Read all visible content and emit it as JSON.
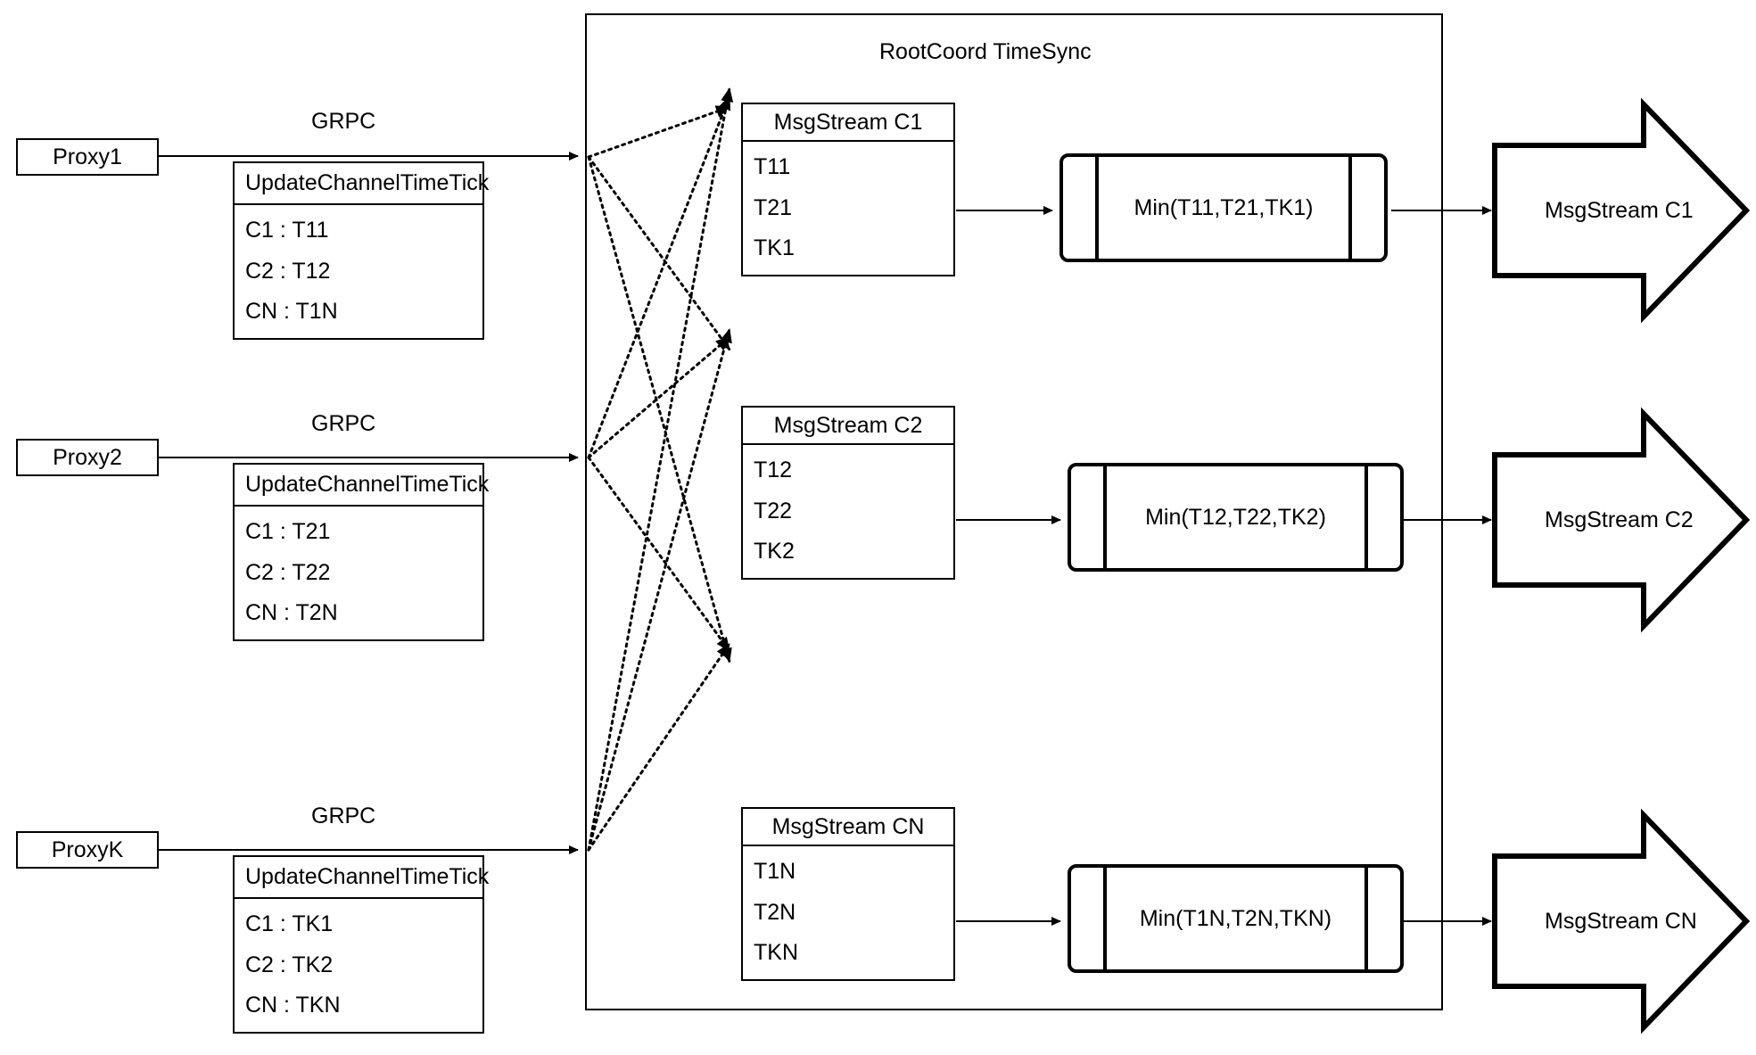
{
  "diagram": {
    "title": "RootCoord TimeSync",
    "container_label": "RootCoord TimeSync",
    "colors": {
      "stroke": "#000000",
      "background": "#ffffff",
      "dotted_edge": "#000000"
    }
  },
  "proxies": [
    {
      "name": "Proxy1",
      "link_label": "GRPC",
      "request": {
        "title": "UpdateChannelTimeTick",
        "rows": [
          "C1 :  T11",
          "C2 :  T12",
          "CN : T1N"
        ]
      }
    },
    {
      "name": "Proxy2",
      "link_label": "GRPC",
      "request": {
        "title": "UpdateChannelTimeTick",
        "rows": [
          "C1 :  T21",
          "C2 :  T22",
          "CN : T2N"
        ]
      }
    },
    {
      "name": "ProxyK",
      "link_label": "GRPC",
      "request": {
        "title": "UpdateChannelTimeTick",
        "rows": [
          "C1 :  TK1",
          "C2 :  TK2",
          "CN : TKN"
        ]
      }
    }
  ],
  "channels": [
    {
      "msgstream": {
        "title": "MsgStream C1",
        "rows": [
          "T11",
          "T21",
          "TK1"
        ]
      },
      "min": {
        "label": "Min(T11,T21,TK1)"
      },
      "output": {
        "label": "MsgStream C1"
      }
    },
    {
      "msgstream": {
        "title": "MsgStream C2",
        "rows": [
          "T12",
          "T22",
          "TK2"
        ]
      },
      "min": {
        "label": "Min(T12,T22,TK2)"
      },
      "output": {
        "label": "MsgStream C2"
      }
    },
    {
      "msgstream": {
        "title": "MsgStream CN",
        "rows": [
          "T1N",
          "T2N",
          "TKN"
        ]
      },
      "min": {
        "label": "Min(T1N,T2N,TKN)"
      },
      "output": {
        "label": "MsgStream CN"
      }
    }
  ]
}
